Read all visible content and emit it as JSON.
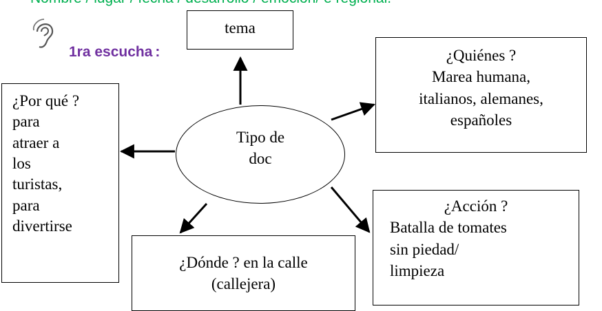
{
  "header": {
    "top_line": "Nombre / lugar / fecha / desarrollo / emoción/ e regional.",
    "listen_title": "1ra escucha",
    "listen_colon": ":"
  },
  "center": {
    "lines": [
      "Tipo de",
      "doc"
    ]
  },
  "nodes": {
    "tema": {
      "lines": [
        "tema"
      ]
    },
    "quienes": {
      "lines": [
        "¿Quiénes ?",
        "Marea humana,",
        "italianos, alemanes,",
        "españoles"
      ]
    },
    "porque": {
      "lines": [
        "¿Por qué ?",
        "para",
        "atraer a",
        "los",
        "turistas,",
        "para",
        "divertirse"
      ]
    },
    "accion": {
      "lines": [
        "¿Acción ?",
        "Batalla de tomates",
        "sin piedad/",
        "limpieza"
      ]
    },
    "donde": {
      "lines": [
        "¿Dónde ? en la calle",
        "(callejera)"
      ]
    }
  },
  "icons": {
    "listen": "ear-icon"
  },
  "colors": {
    "top_line": "#00b050",
    "listen_title": "#7030a0"
  }
}
